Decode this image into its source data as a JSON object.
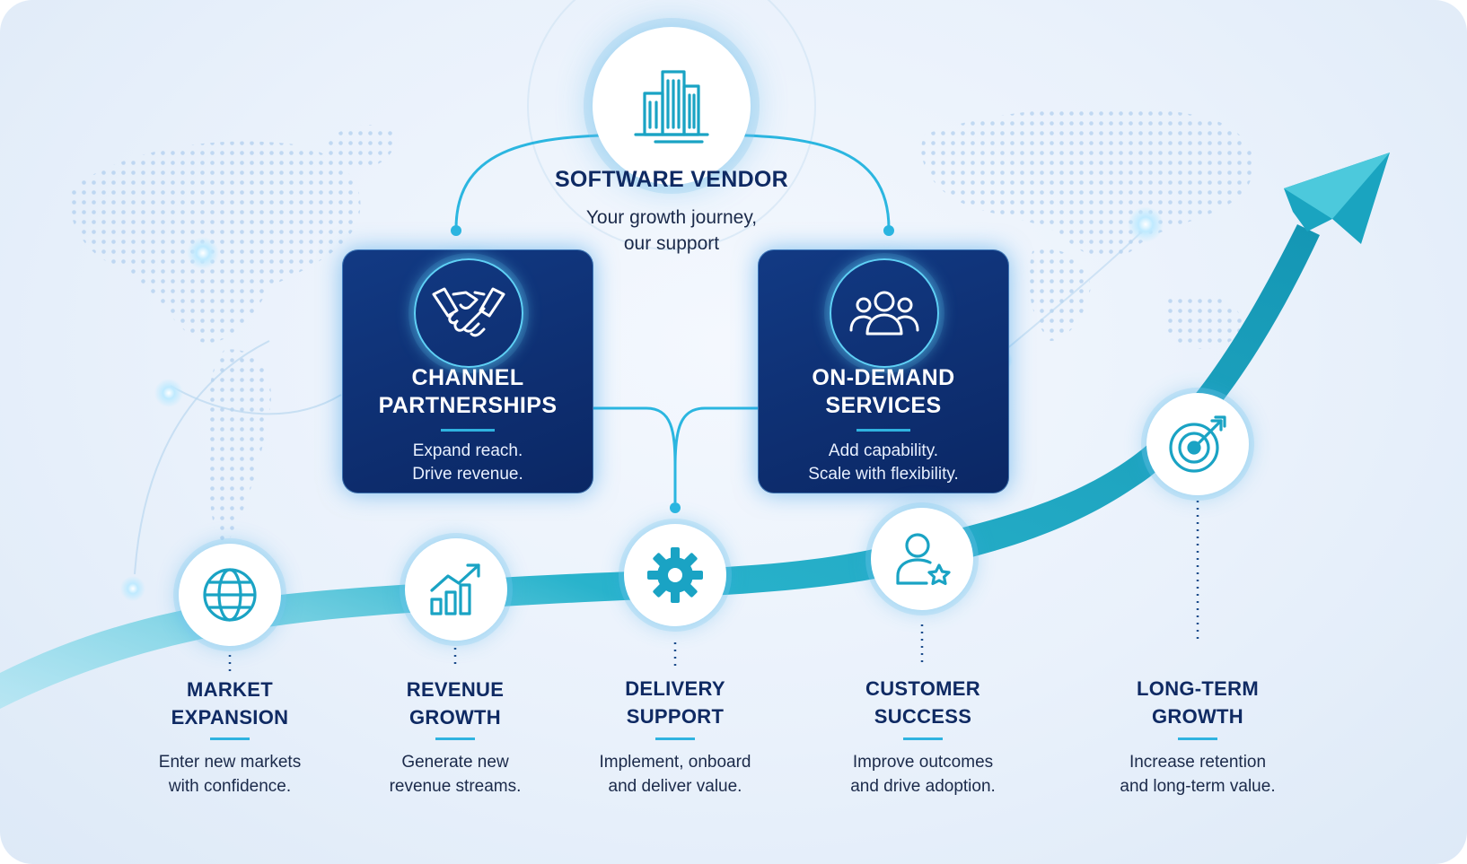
{
  "vendor": {
    "title": "SOFTWARE VENDOR",
    "subtitle_line1": "Your growth journey,",
    "subtitle_line2": "our support",
    "icon": "office-building-icon"
  },
  "services": [
    {
      "title_line1": "CHANNEL",
      "title_line2": "PARTNERSHIPS",
      "desc_line1": "Expand reach.",
      "desc_line2": "Drive revenue.",
      "icon": "handshake-icon"
    },
    {
      "title_line1": "ON-DEMAND",
      "title_line2": "SERVICES",
      "desc_line1": "Add capability.",
      "desc_line2": "Scale with flexibility.",
      "icon": "team-icon"
    }
  ],
  "journey": [
    {
      "title_line1": "MARKET",
      "title_line2": "EXPANSION",
      "desc_line1": "Enter new markets",
      "desc_line2": "with confidence.",
      "icon": "globe-icon"
    },
    {
      "title_line1": "REVENUE",
      "title_line2": "GROWTH",
      "desc_line1": "Generate new",
      "desc_line2": "revenue streams.",
      "icon": "bar-chart-arrow-icon"
    },
    {
      "title_line1": "DELIVERY",
      "title_line2": "SUPPORT",
      "desc_line1": "Implement, onboard",
      "desc_line2": "and deliver value.",
      "icon": "gear-icon"
    },
    {
      "title_line1": "CUSTOMER",
      "title_line2": "SUCCESS",
      "desc_line1": "Improve outcomes",
      "desc_line2": "and drive adoption.",
      "icon": "user-star-icon"
    },
    {
      "title_line1": "LONG-TERM",
      "title_line2": "GROWTH",
      "desc_line1": "Increase retention",
      "desc_line2": "and long-term value.",
      "icon": "target-arrow-icon"
    }
  ],
  "colors": {
    "navy": "#0f2a63",
    "card": "#0b2764",
    "accent": "#2fb3e0",
    "teal": "#1fa3b8"
  }
}
